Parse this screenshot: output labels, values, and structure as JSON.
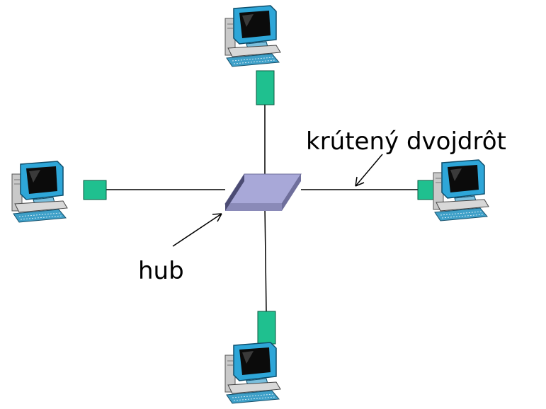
{
  "labels": {
    "cable": "krútený dvojdrôt",
    "hub": "hub"
  },
  "nodes": [
    {
      "id": "computer-top",
      "kind": "computer"
    },
    {
      "id": "computer-left",
      "kind": "computer"
    },
    {
      "id": "computer-right",
      "kind": "computer"
    },
    {
      "id": "computer-bottom",
      "kind": "computer"
    },
    {
      "id": "hub",
      "kind": "hub"
    }
  ],
  "links": [
    {
      "from": "hub",
      "to": "computer-top"
    },
    {
      "from": "hub",
      "to": "computer-left"
    },
    {
      "from": "hub",
      "to": "computer-right"
    },
    {
      "from": "hub",
      "to": "computer-bottom"
    }
  ],
  "colors": {
    "connector": "#1fc08f",
    "hub_top": "#a8a8d8",
    "hub_side": "#4b4b73",
    "monitor_frame": "#2ea6d8",
    "screen": "#0b0b0b",
    "case": "#c9c9c9",
    "keyboard": "#3fa0c8"
  }
}
